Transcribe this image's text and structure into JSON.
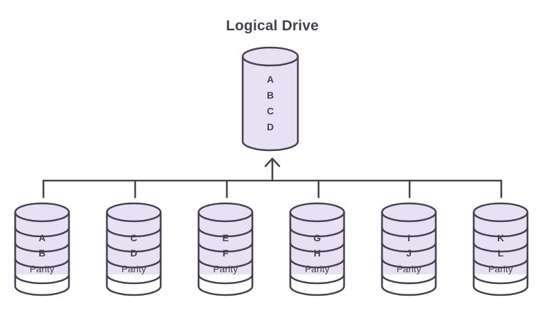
{
  "title": "Logical Drive",
  "logical_drive": {
    "items": [
      "A",
      "B",
      "C",
      "D"
    ]
  },
  "disks": [
    {
      "blocks": [
        "A",
        "B",
        "Parity"
      ]
    },
    {
      "blocks": [
        "C",
        "D",
        "Parity"
      ]
    },
    {
      "blocks": [
        "E",
        "F",
        "Parity"
      ]
    },
    {
      "blocks": [
        "G",
        "H",
        "Parity"
      ]
    },
    {
      "blocks": [
        "I",
        "J",
        "Parity"
      ]
    },
    {
      "blocks": [
        "K",
        "L",
        "Parity"
      ]
    }
  ],
  "colors": {
    "stroke": "#47404f",
    "fill": "#e8e1f3",
    "background": "#ffffff"
  }
}
